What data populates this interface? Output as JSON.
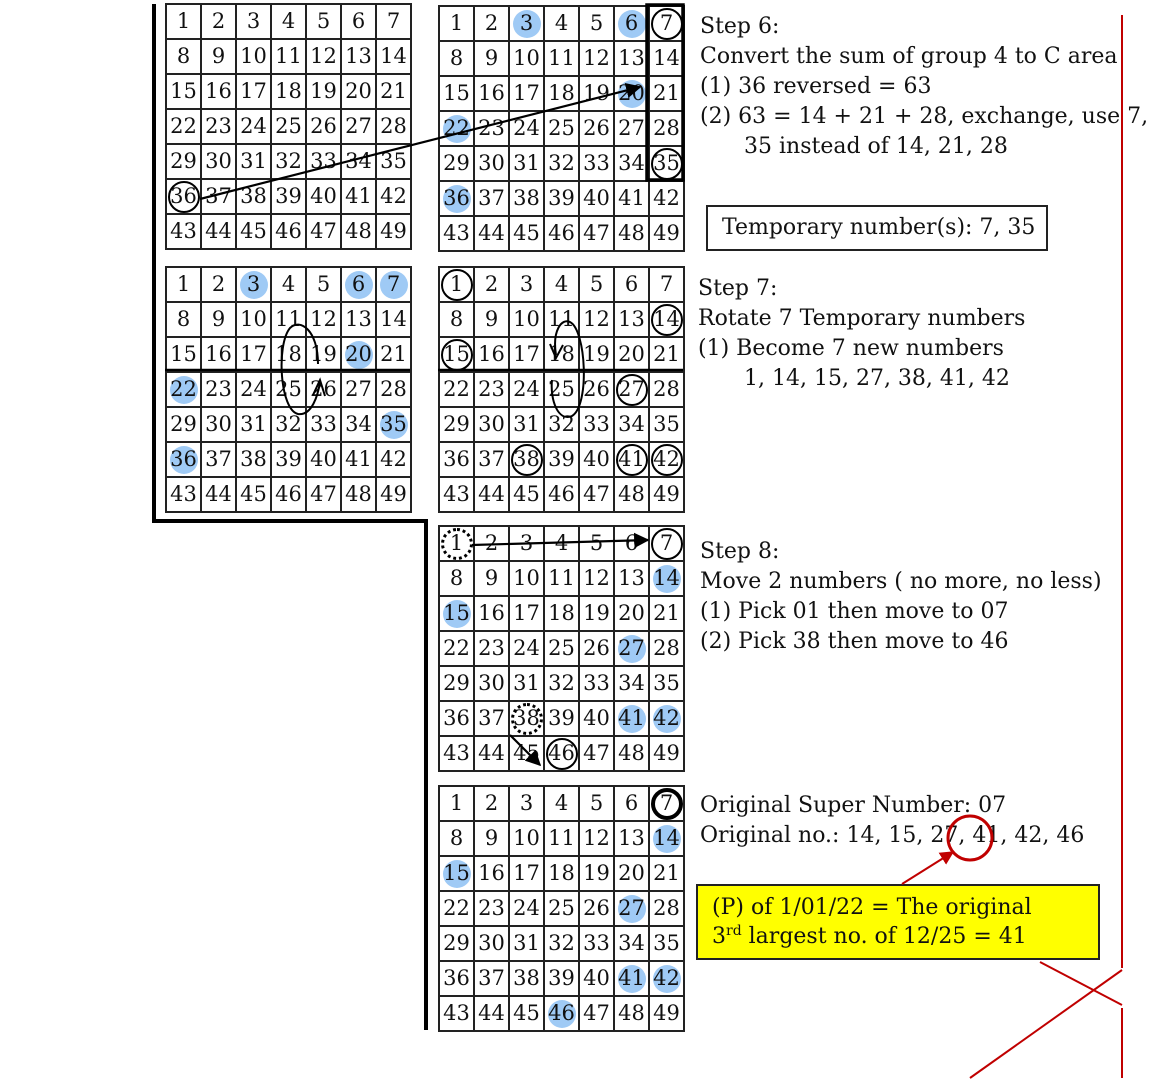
{
  "grids": [
    {
      "id": "g1",
      "highlights": [],
      "rings": [
        36
      ],
      "thick_rings": [],
      "dotted": []
    },
    {
      "id": "g2",
      "highlights": [
        3,
        6,
        20,
        22,
        36
      ],
      "rings": [
        7,
        35
      ],
      "thick_rings": [],
      "dotted": []
    },
    {
      "id": "g3",
      "highlights": [
        3,
        6,
        7,
        20,
        22,
        35,
        36
      ],
      "rings": [],
      "thick_rings": [],
      "dotted": []
    },
    {
      "id": "g4",
      "highlights": [],
      "rings": [
        1,
        14,
        15,
        27,
        38,
        41,
        42
      ],
      "thick_rings": [],
      "dotted": []
    },
    {
      "id": "g5",
      "highlights": [
        14,
        15,
        27,
        41,
        42
      ],
      "rings": [
        7,
        46
      ],
      "thick_rings": [],
      "dotted": [
        1,
        38
      ]
    },
    {
      "id": "g6",
      "highlights": [
        14,
        15,
        27,
        41,
        42,
        46
      ],
      "rings": [],
      "thick_rings": [
        7
      ],
      "dotted": []
    }
  ],
  "step6": {
    "title": "Step 6:",
    "line1": "Convert the sum of group 4 to C area",
    "line2": "(1) 36 reversed = 63",
    "line3": "(2) 63 = 14 + 21 + 28, exchange, use 7,",
    "line4": "35 instead of 14, 21, 28"
  },
  "temp_box": "Temporary number(s):  7, 35",
  "step7": {
    "title": "Step 7:",
    "line1": "Rotate 7 Temporary numbers",
    "line2": "(1) Become 7 new numbers",
    "line3": "1, 14, 15, 27, 38, 41, 42"
  },
  "step8": {
    "title": "Step 8:",
    "line1": "Move 2 numbers ( no more, no less)",
    "line2": "(1)  Pick 01 then move to 07",
    "line3": "(2) Pick 38 then move to 46"
  },
  "original": {
    "super_line": "Original Super Number:  07",
    "no_line": "Original no.:  14, 15, 27, 41, 42, 46"
  },
  "yellow_box": {
    "line1": "(P) of 1/01/22 = The original",
    "line2_pre": "3",
    "line2_sup": "rd",
    "line2_post": "  largest no. of 12/25 = 41"
  },
  "colors": {
    "highlight": "#9fcaf5",
    "yellow": "#ffff00",
    "red": "#c00000"
  }
}
